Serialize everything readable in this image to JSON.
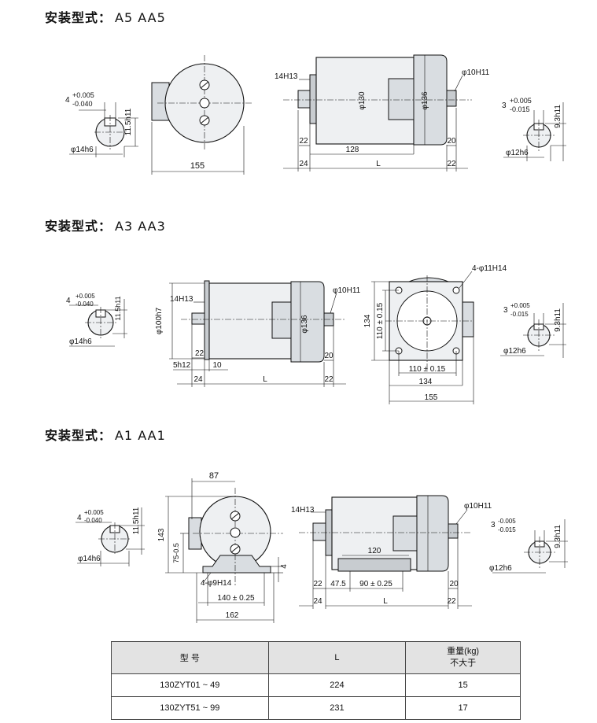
{
  "sections": [
    {
      "label": "安装型式：",
      "code": "A5  AA5"
    },
    {
      "label": "安装型式：",
      "code": "A3  AA3"
    },
    {
      "label": "安装型式：",
      "code": "A1  AA1"
    }
  ],
  "dims": {
    "s1": {
      "tol_a": "+0.005",
      "tol_b": "-0.040",
      "key_a": "4",
      "h_a": "11.5h11",
      "shaft_a": "φ14h6",
      "w155": "155",
      "flange": "14H13",
      "d130": "φ130",
      "d136": "φ136",
      "plug": "φ10H11",
      "d22": "22",
      "d128": "128",
      "d24": "24",
      "dL": "L",
      "d20": "20",
      "d22b": "22",
      "key_b": "3",
      "tol_c": "+0.005",
      "tol_d": "-0.015",
      "h_b": "9.3h11",
      "shaft_b": "φ12h6"
    },
    "s2": {
      "key_a": "4",
      "tol_a": "+0.005",
      "tol_b": "-0.040",
      "h_a": "11.5h11",
      "shaft_a": "φ14h6",
      "flange": "14H13",
      "d100": "φ100h7",
      "d136": "φ136",
      "plug": "φ10H11",
      "d22": "22",
      "d5": "5h12",
      "d10": "10",
      "d24": "24",
      "dL": "L",
      "d20": "20",
      "d22b": "22",
      "holes": "4-φ11H14",
      "v134": "134",
      "v110": "110 ± 0.15",
      "h110": "110 ± 0.15",
      "h134": "134",
      "h155": "155",
      "key_b": "3",
      "tol_c": "+0.005",
      "tol_d": "-0.015",
      "h_b": "9.3h11",
      "shaft_b": "φ12h6"
    },
    "s3": {
      "key_a": "4",
      "tol_a": "+0.005",
      "tol_b": "-0.040",
      "h_a": "11.5h11",
      "shaft_a": "φ14h6",
      "d87": "87",
      "d143": "143",
      "d75": "75-0.5",
      "d4": "4",
      "holes": "4-φ9H14",
      "d140": "140 ± 0.25",
      "d162": "162",
      "flange": "14H13",
      "plug": "φ10H11",
      "d120": "120",
      "d22": "22",
      "d47": "47.5",
      "d90": "90 ± 0.25",
      "d20": "20",
      "d24": "24",
      "dL": "L",
      "d22b": "22",
      "key_b": "3",
      "tol_c": "-0.005",
      "tol_d": "-0.015",
      "h_b": "9.3h11",
      "shaft_b": "φ12h6"
    }
  },
  "table": {
    "headers": {
      "model": "型  号",
      "length": "L",
      "weight_1": "重量(kg)",
      "weight_2": "不大于"
    },
    "rows": [
      {
        "model": "130ZYT01 ~ 49",
        "length": "224",
        "weight": "15"
      },
      {
        "model": "130ZYT51 ~ 99",
        "length": "231",
        "weight": "17"
      }
    ]
  }
}
